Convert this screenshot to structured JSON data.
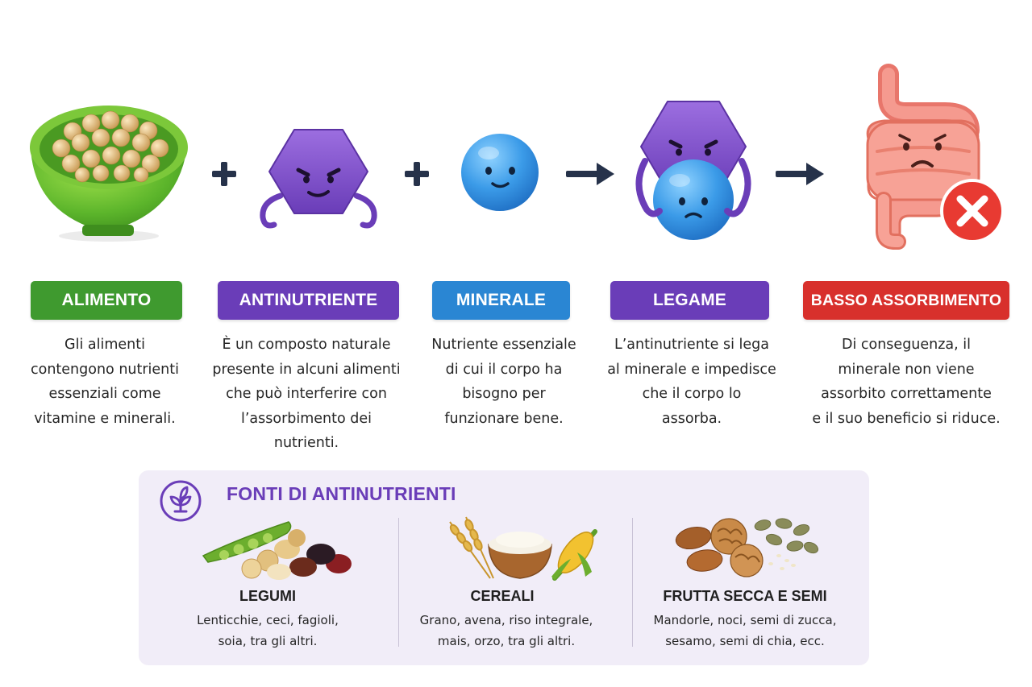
{
  "steps": [
    {
      "label": "ALIMENTO",
      "color": "#3f9a2f",
      "description": [
        "Gli alimenti",
        "contengono nutrienti",
        "essenziali come",
        "vitamine e minerali."
      ],
      "icon": "bowl-of-soybeans-icon"
    },
    {
      "label": "ANTINUTRIENTE",
      "color": "#6a3db8",
      "description": [
        "È un composto naturale",
        "presente in alcuni alimenti",
        "che può interferire con",
        "l’assorbimento dei",
        "nutrienti."
      ],
      "icon": "angry-hexagon-antinutrient-icon"
    },
    {
      "label": "MINERALE",
      "color": "#2a86d3",
      "description": [
        "Nutriente essenziale",
        "di cui il corpo ha",
        "bisogno per",
        "funzionare bene."
      ],
      "icon": "smiling-blue-mineral-icon"
    },
    {
      "label": "LEGAME",
      "color": "#6a3db8",
      "description": [
        "L’antinutriente si lega",
        "al minerale e impedisce",
        "che il corpo lo",
        "assorba."
      ],
      "icon": "hexagon-grabbing-mineral-icon"
    },
    {
      "label": "BASSO ASSORBIMENTO",
      "color": "#d8302c",
      "description": [
        "Di conseguenza, il",
        "minerale non viene",
        "assorbito correttamente",
        "e il suo beneficio si riduce."
      ],
      "icon": "sad-intestine-with-x-icon"
    }
  ],
  "operators": [
    "plus-icon",
    "plus-icon",
    "arrow-right-icon",
    "arrow-right-icon"
  ],
  "sources": {
    "title": "FONTI DI ANTINUTRIENTI",
    "icon": "leaf-sprout-icon",
    "accent": "#6a3db8",
    "items": [
      {
        "name": "LEGUMI",
        "text": [
          "Lenticchie, ceci, fagioli,",
          "soia, tra gli altri."
        ],
        "icon": "legumes-icon"
      },
      {
        "name": "CEREALI",
        "text": [
          "Grano, avena, riso integrale,",
          "mais, orzo, tra gli altri."
        ],
        "icon": "cereals-icon"
      },
      {
        "name": "FRUTTA SECCA E SEMI",
        "text": [
          "Mandorle, noci, semi di zucca,",
          "sesamo, semi di chia, ecc."
        ],
        "icon": "nuts-and-seeds-icon"
      }
    ]
  }
}
